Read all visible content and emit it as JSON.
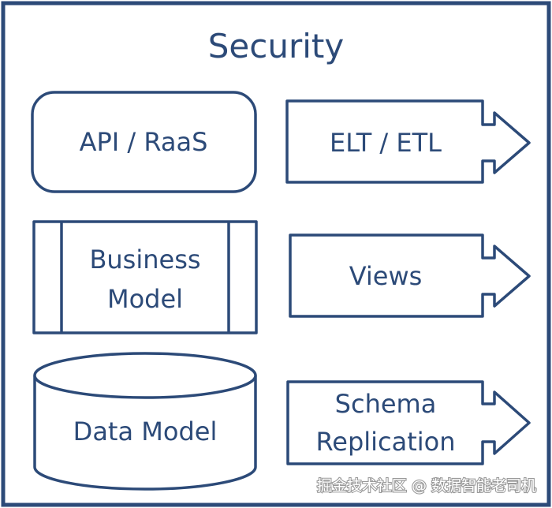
{
  "title": "Security",
  "left_column": {
    "api": "API / RaaS",
    "business_model": [
      "Business",
      "Model"
    ],
    "data_model": "Data Model"
  },
  "right_column": {
    "elt": "ELT / ETL",
    "views": "Views",
    "schema_replication": [
      "Schema",
      "Replication"
    ]
  },
  "watermark": "掘金技术社区 @ 数据智能老司机",
  "colors": {
    "stroke": "#2c4a78",
    "text": "#2c4a78",
    "background": "#ffffff"
  }
}
